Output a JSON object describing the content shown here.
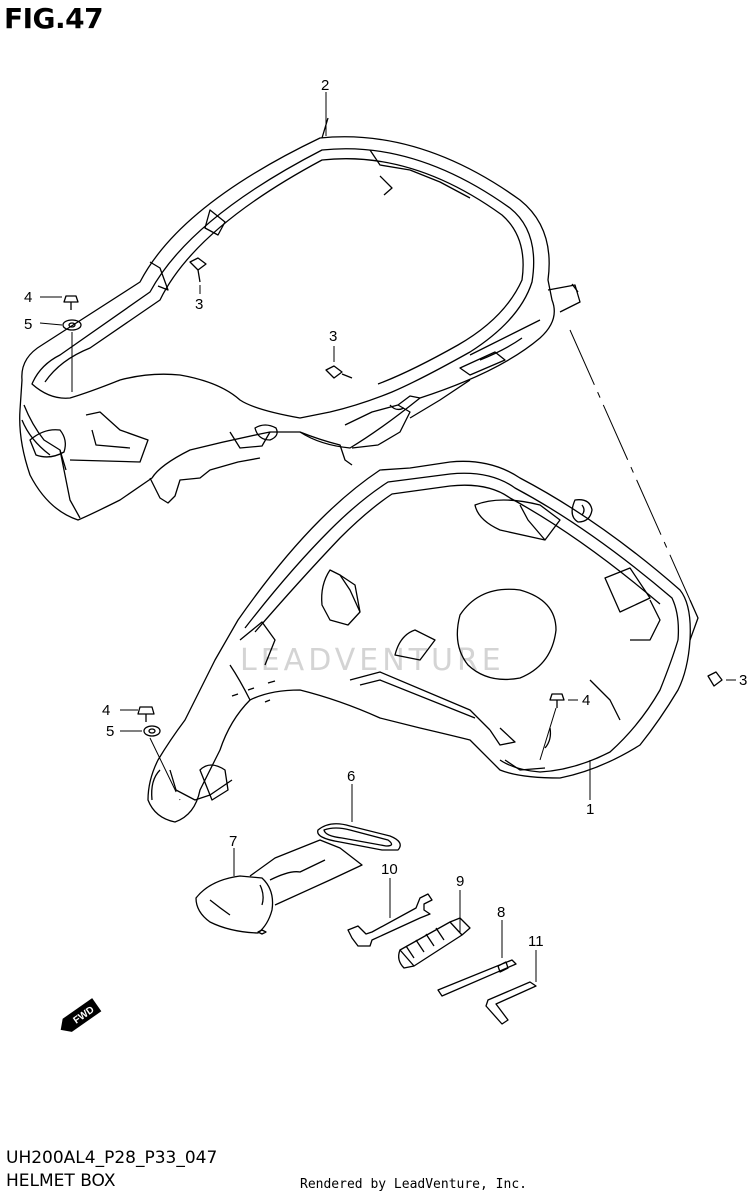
{
  "figure": {
    "title": "FIG.47",
    "code": "UH200AL4_P28_P33_047",
    "name": "HELMET BOX",
    "credit": "Rendered by LeadVenture, Inc.",
    "watermark": "LEADVENTURE",
    "direction_badge": "FWD"
  },
  "callouts": [
    {
      "id": "1",
      "label": "1"
    },
    {
      "id": "2",
      "label": "2"
    },
    {
      "id": "3",
      "label": "3"
    },
    {
      "id": "4",
      "label": "4"
    },
    {
      "id": "5",
      "label": "5"
    },
    {
      "id": "6",
      "label": "6"
    },
    {
      "id": "7",
      "label": "7"
    },
    {
      "id": "8",
      "label": "8"
    },
    {
      "id": "9",
      "label": "9"
    },
    {
      "id": "10",
      "label": "10"
    },
    {
      "id": "11",
      "label": "11"
    }
  ],
  "colors": {
    "line": "#000000",
    "background": "#ffffff",
    "watermark": "#d4d4d4"
  }
}
